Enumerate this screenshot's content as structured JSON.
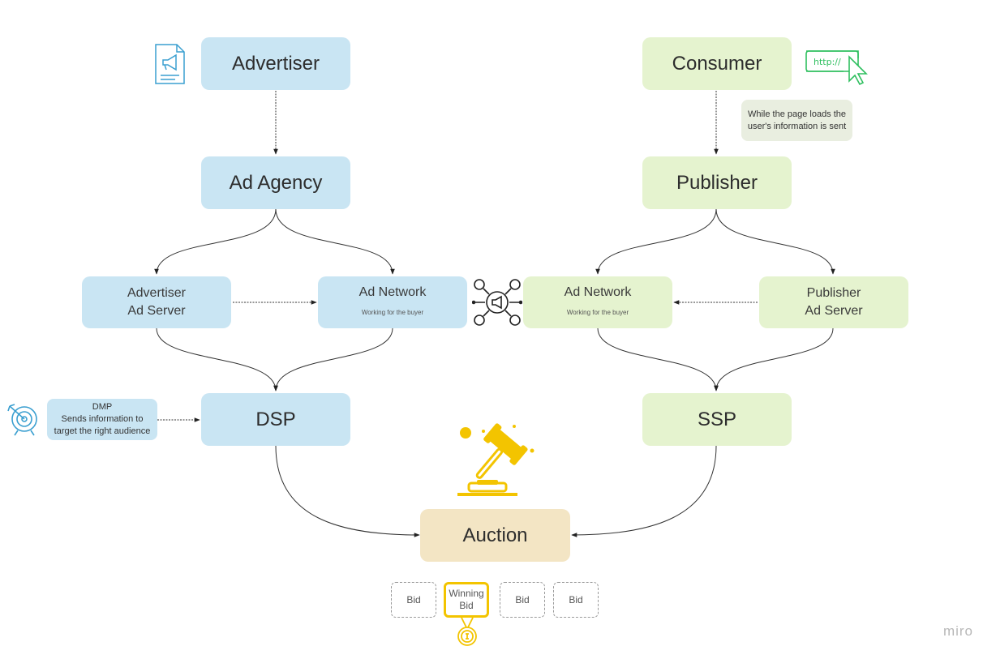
{
  "nodes": {
    "advertiser": "Advertiser",
    "ad_agency": "Ad Agency",
    "advertiser_ad_server": [
      "Advertiser",
      "Ad Server"
    ],
    "ad_network_buyer": {
      "title": "Ad Network",
      "subtitle": "Working for the buyer"
    },
    "dsp": "DSP",
    "consumer": "Consumer",
    "publisher": "Publisher",
    "ad_network_seller": {
      "title": "Ad Network",
      "subtitle": "Working for the buyer"
    },
    "publisher_ad_server": [
      "Publisher",
      "Ad Server"
    ],
    "ssp": "SSP",
    "auction": "Auction"
  },
  "notes": {
    "dmp": [
      "DMP",
      "Sends information to",
      "target the right audience"
    ],
    "page_load": [
      "While the page loads the",
      "user's information is sent"
    ]
  },
  "bids": {
    "bid_1": "Bid",
    "winning": [
      "Winning",
      "Bid"
    ],
    "bid_3": "Bid",
    "bid_4": "Bid"
  },
  "url_icon_text": "http://",
  "brand": "miro",
  "colors": {
    "buyer_fill": "#c9e5f3",
    "seller_fill": "#e5f3cf",
    "auction_fill": "#f3e5c4",
    "icon_blue": "#3a9fd0",
    "icon_green": "#2fbf5f",
    "icon_gold": "#f3c400"
  },
  "icons": [
    "document-megaphone-icon",
    "url-cursor-icon",
    "network-megaphone-icon",
    "target-icon",
    "gavel-icon",
    "medal-icon"
  ]
}
